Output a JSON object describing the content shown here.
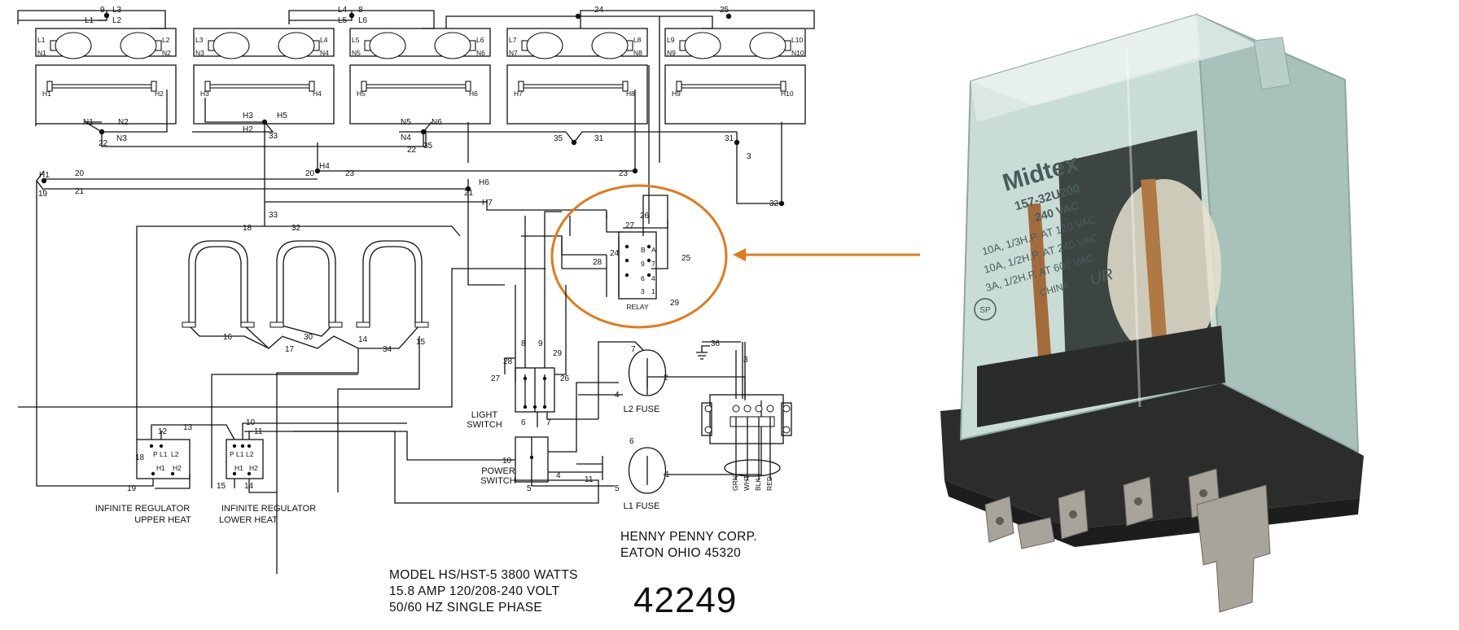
{
  "company": {
    "name": "HENNY PENNY CORP.",
    "address": "EATON OHIO 45320"
  },
  "model": {
    "line1": "MODEL HS/HST-5 3800 WATTS",
    "line2": "15.8 AMP 120/208-240 VOLT",
    "line3": "50/60 HZ SINGLE PHASE"
  },
  "drawing_number": "42249",
  "captions": {
    "relay": "RELAY",
    "light_switch_1": "LIGHT",
    "light_switch_2": "SWITCH",
    "power_switch_1": "POWER",
    "power_switch_2": "SWITCH",
    "l2_fuse": "L2 FUSE",
    "l1_fuse": "L1 FUSE",
    "reg_upper_1": "INFINITE REGULATOR",
    "reg_upper_2": "UPPER HEAT",
    "reg_lower_1": "INFINITE REGULATOR",
    "reg_lower_2": "LOWER HEAT"
  },
  "terminal_block_labels": [
    "GRN",
    "WHT",
    "BLK",
    "RED"
  ],
  "photo": {
    "brand": "Midtex",
    "part": "157-32U200",
    "voltage": "240 VAC",
    "rating1": "10A, 1/3H.P. AT 120 VAC",
    "rating2": "10A, 1/2H.P. AT 240 VAC",
    "rating3": "3A, 1/2H.P. AT 600 VAC",
    "origin": "CHINA",
    "mark1": "UR",
    "mark2": "SP"
  },
  "colors": {
    "highlight": "#e07b1a",
    "wire": "#111111"
  },
  "labels": {
    "l_9": "9",
    "l_L3": "L3",
    "l_L1t": "L1",
    "l_L2t": "L2",
    "l_L4t": "L4",
    "l_8": "8",
    "l_L5t": "L5",
    "l_L6t": "L6",
    "l_24t": "24",
    "l_25t": "25",
    "bl_L1": "L1",
    "bl_L2": "L2",
    "bl_N1": "N1",
    "bl_N2": "N2",
    "bl_L3": "L3",
    "bl_L4": "L4",
    "bl_N3": "N3",
    "bl_N4": "N4",
    "bl_L5": "L5",
    "bl_L6": "L6",
    "bl_N5": "N5",
    "bl_N6": "N6",
    "bl_L7": "L7",
    "bl_L8": "L8",
    "bl_N7": "N7",
    "bl_N8": "N8",
    "bl_L9": "L9",
    "bl_L10": "L10",
    "bl_N9": "N9",
    "bl_N10": "N10",
    "h_H1": "H1",
    "h_H2": "H2",
    "h_H3": "H3",
    "h_H4": "H4",
    "h_H5": "H5",
    "h_H6": "H6",
    "h_H7": "H7",
    "h_H8": "H8",
    "h_H9": "H9",
    "h_H10": "H10",
    "j_N1": "N1",
    "j_N2": "N2",
    "j_N3": "N3",
    "j_22a": "22",
    "j_H3": "H3",
    "j_H5": "H5",
    "j_H2": "H2",
    "j_33a": "33",
    "j_N5": "N5",
    "j_N6": "N6",
    "j_N4": "N4",
    "j_35a": "35",
    "j_22b": "22",
    "j_35b": "35",
    "j_31a": "31",
    "j_31b": "31",
    "j_3a": "3",
    "j_H1": "H1",
    "j_20a": "20",
    "j_19a": "19",
    "j_21a": "21",
    "j_20b": "20",
    "j_H4": "H4",
    "j_23a": "23",
    "j_23b": "23",
    "j_H6": "H6",
    "j_21b": "21",
    "j_H7": "H7",
    "j_32a": "32",
    "j_33b": "33",
    "j_18a": "18",
    "j_32b": "32",
    "r_26": "26",
    "r_27": "27",
    "r_24": "24",
    "r_25": "25",
    "r_28": "28",
    "r_29": "29",
    "r_B": "B",
    "r_A": "A",
    "r_9": "9",
    "r_7": "7",
    "r_6": "6",
    "r_4": "4",
    "r_3": "3",
    "r_1": "1",
    "e_16": "16",
    "e_30": "30",
    "e_17": "17",
    "e_14": "14",
    "e_34": "34",
    "e_15": "15",
    "ls_8": "8",
    "ls_9": "9",
    "ls_28": "28",
    "ls_29": "29",
    "ls_27": "27",
    "ls_26": "26",
    "ls_6": "6",
    "ls_7": "7",
    "f_7": "7",
    "f_2": "2",
    "f_4": "4",
    "f_6": "6",
    "f_1": "1",
    "f_5": "5",
    "g_36": "36",
    "g_3": "3",
    "ps_10": "10",
    "ps_4": "4",
    "ps_11": "11",
    "ps_5": "5",
    "ru_12": "12",
    "ru_13": "13",
    "ru_P": "P",
    "ru_L1": "L1",
    "ru_L2": "L2",
    "ru_H1": "H1",
    "ru_H2": "H2",
    "ru_18": "18",
    "ru_19": "19",
    "rl_10": "10",
    "rl_11": "11",
    "rl_P": "P",
    "rl_L1": "L1",
    "rl_L2": "L2",
    "rl_H1": "H1",
    "rl_H2": "H2",
    "rl_15": "15",
    "rl_14": "14"
  }
}
